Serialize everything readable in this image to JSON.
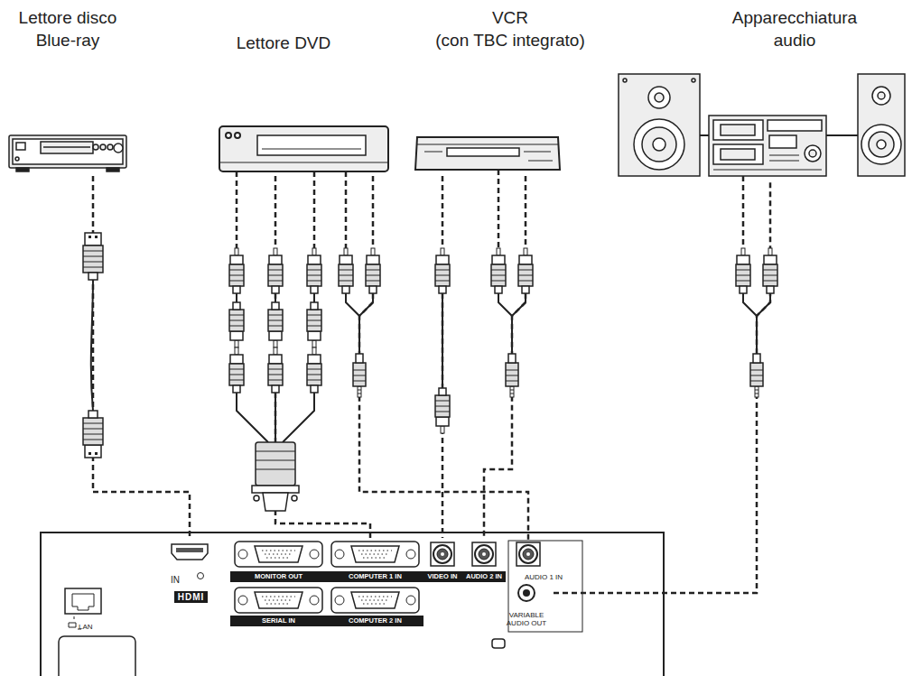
{
  "diagram": {
    "nodes": [
      {
        "text": [
          "Lettore disco Blue-ray"
        ]
      },
      {
        "text": [
          "Lettore DVD"
        ]
      },
      {
        "text": [
          "VCR",
          "(con TBC integrato)"
        ]
      },
      {
        "text": [
          "Apparecchiatura audio"
        ]
      },
      {
        "text": [
          "IN",
          "HDMI"
        ]
      },
      {
        "text": [
          "MONITOR OUT"
        ]
      },
      {
        "text": [
          "COMPUTER 1 IN"
        ]
      },
      {
        "text": [
          "VIDEO IN"
        ]
      },
      {
        "text": [
          "AUDIO 2 IN"
        ]
      },
      {
        "text": [
          "AUDIO 1 IN"
        ]
      },
      {
        "text": [
          "LAN"
        ]
      },
      {
        "text": [
          "SERIAL IN"
        ]
      },
      {
        "text": [
          "COMPUTER 2 IN"
        ]
      },
      {
        "text": [
          "VARIABLE AUDIO OUT"
        ]
      }
    ],
    "edges": [
      {
        "from": 0,
        "to": 4,
        "arrow": "none"
      },
      {
        "from": 1,
        "to": 6,
        "arrow": "none"
      },
      {
        "from": 1,
        "to": 9,
        "arrow": "none"
      },
      {
        "from": 2,
        "to": 7,
        "arrow": "none"
      },
      {
        "from": 2,
        "to": 8,
        "arrow": "none"
      },
      {
        "from": 13,
        "to": 3,
        "arrow": "none"
      }
    ]
  }
}
